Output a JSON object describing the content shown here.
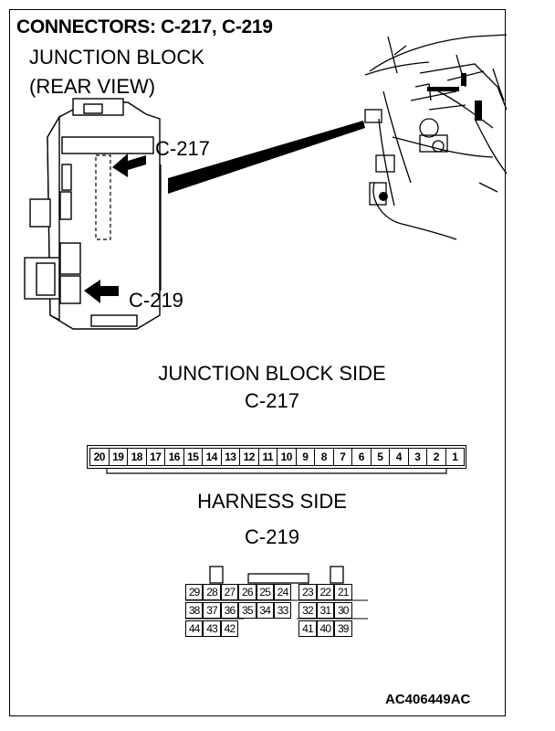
{
  "title": "CONNECTORS: C-217, C-219",
  "junction_label_line1": "JUNCTION BLOCK",
  "junction_label_line2": "(REAR VIEW)",
  "callout_c217": "C-217",
  "callout_c219": "C-219",
  "section1_line1": "JUNCTION BLOCK SIDE",
  "section1_line2": "C-217",
  "section2_line1": "HARNESS SIDE",
  "section2_line2": "C-219",
  "figure_code": "AC406449AC",
  "c217_pins": [
    "20",
    "19",
    "18",
    "17",
    "16",
    "15",
    "14",
    "13",
    "12",
    "11",
    "10",
    "9",
    "8",
    "7",
    "6",
    "5",
    "4",
    "3",
    "2",
    "1"
  ],
  "c219_rows": [
    [
      "29",
      "28",
      "27",
      "26",
      "25",
      "24",
      "23",
      "22",
      "21"
    ],
    [
      "38",
      "37",
      "36",
      "35",
      "34",
      "33",
      "32",
      "31",
      "30"
    ],
    [
      "44",
      "43",
      "42",
      "",
      "",
      "",
      "41",
      "40",
      "39"
    ]
  ]
}
